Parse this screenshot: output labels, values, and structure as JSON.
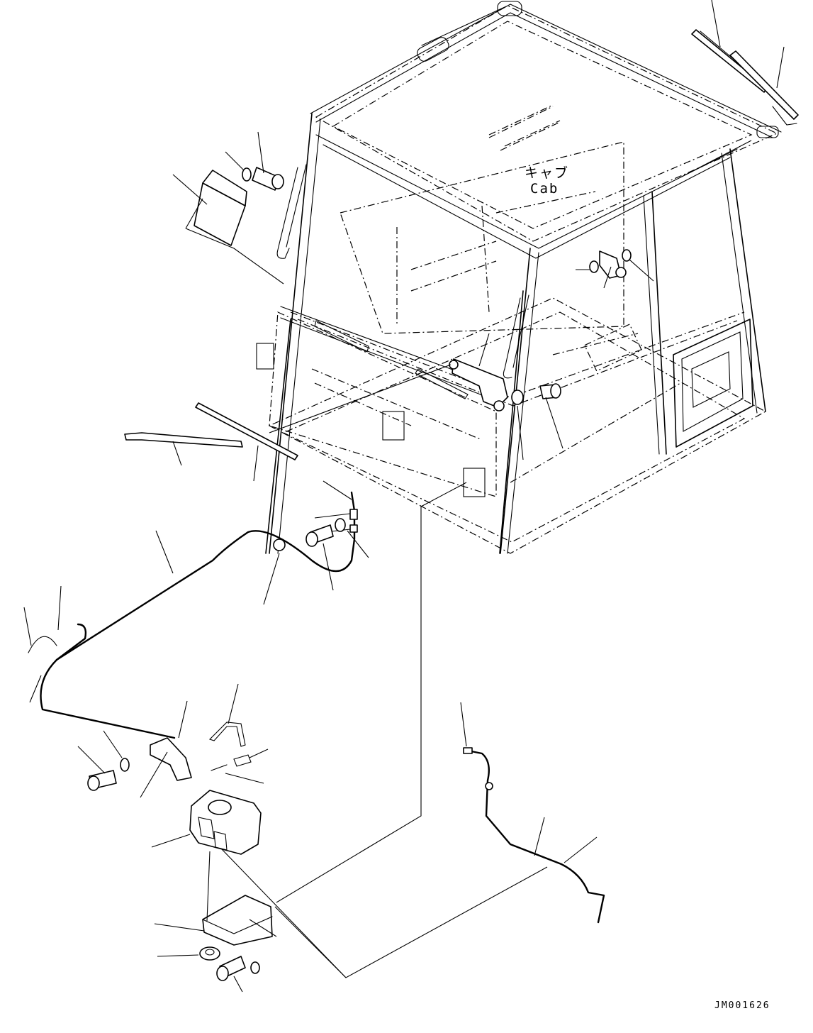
{
  "labels": {
    "cab_jp": "キャブ",
    "cab_en": "Cab"
  },
  "drawing_code": "JM001626",
  "icons": [
    "wiper-blade-icon",
    "wiper-arm-icon",
    "wiper-motor-icon",
    "washer-tank-icon",
    "bolt-icon",
    "washer-icon",
    "hose-icon",
    "bracket-icon"
  ]
}
